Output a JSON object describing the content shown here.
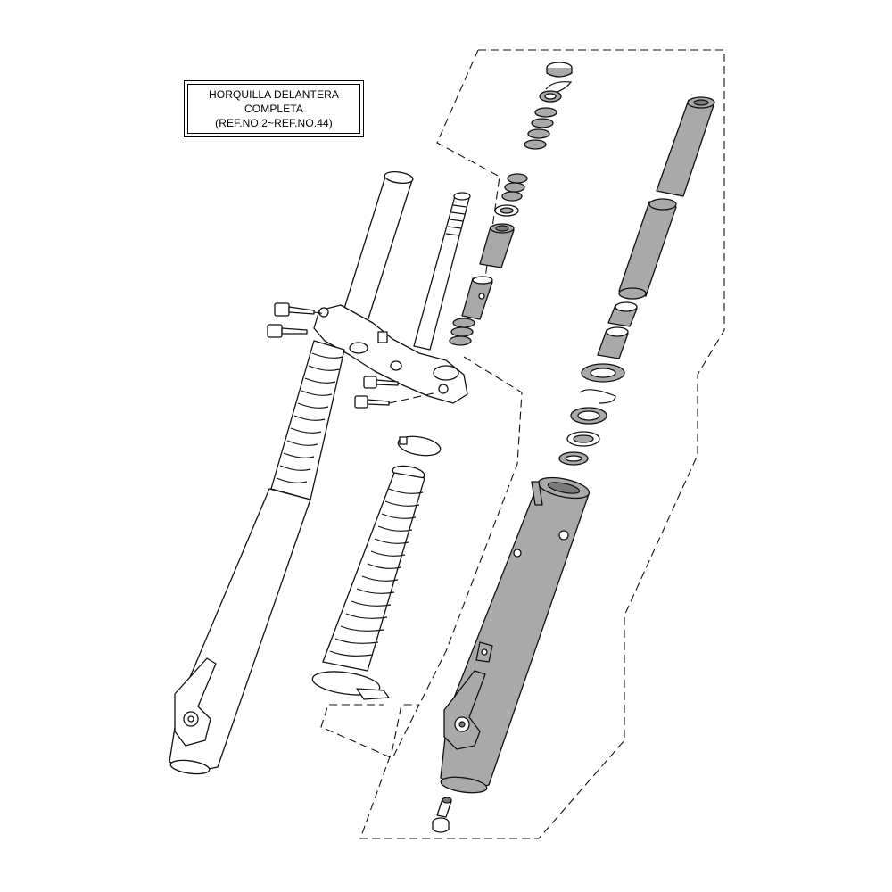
{
  "label": {
    "line1": "HORQUILLA DELANTERA",
    "line2": "COMPLETA",
    "line3": "(REF.NO.2~REF.NO.44)"
  },
  "colors": {
    "line": "#111111",
    "part_fill": "#ffffff",
    "shaded_fill": "#a9a9a9",
    "dark_fill": "#7a7a7a",
    "background": "#ffffff"
  }
}
